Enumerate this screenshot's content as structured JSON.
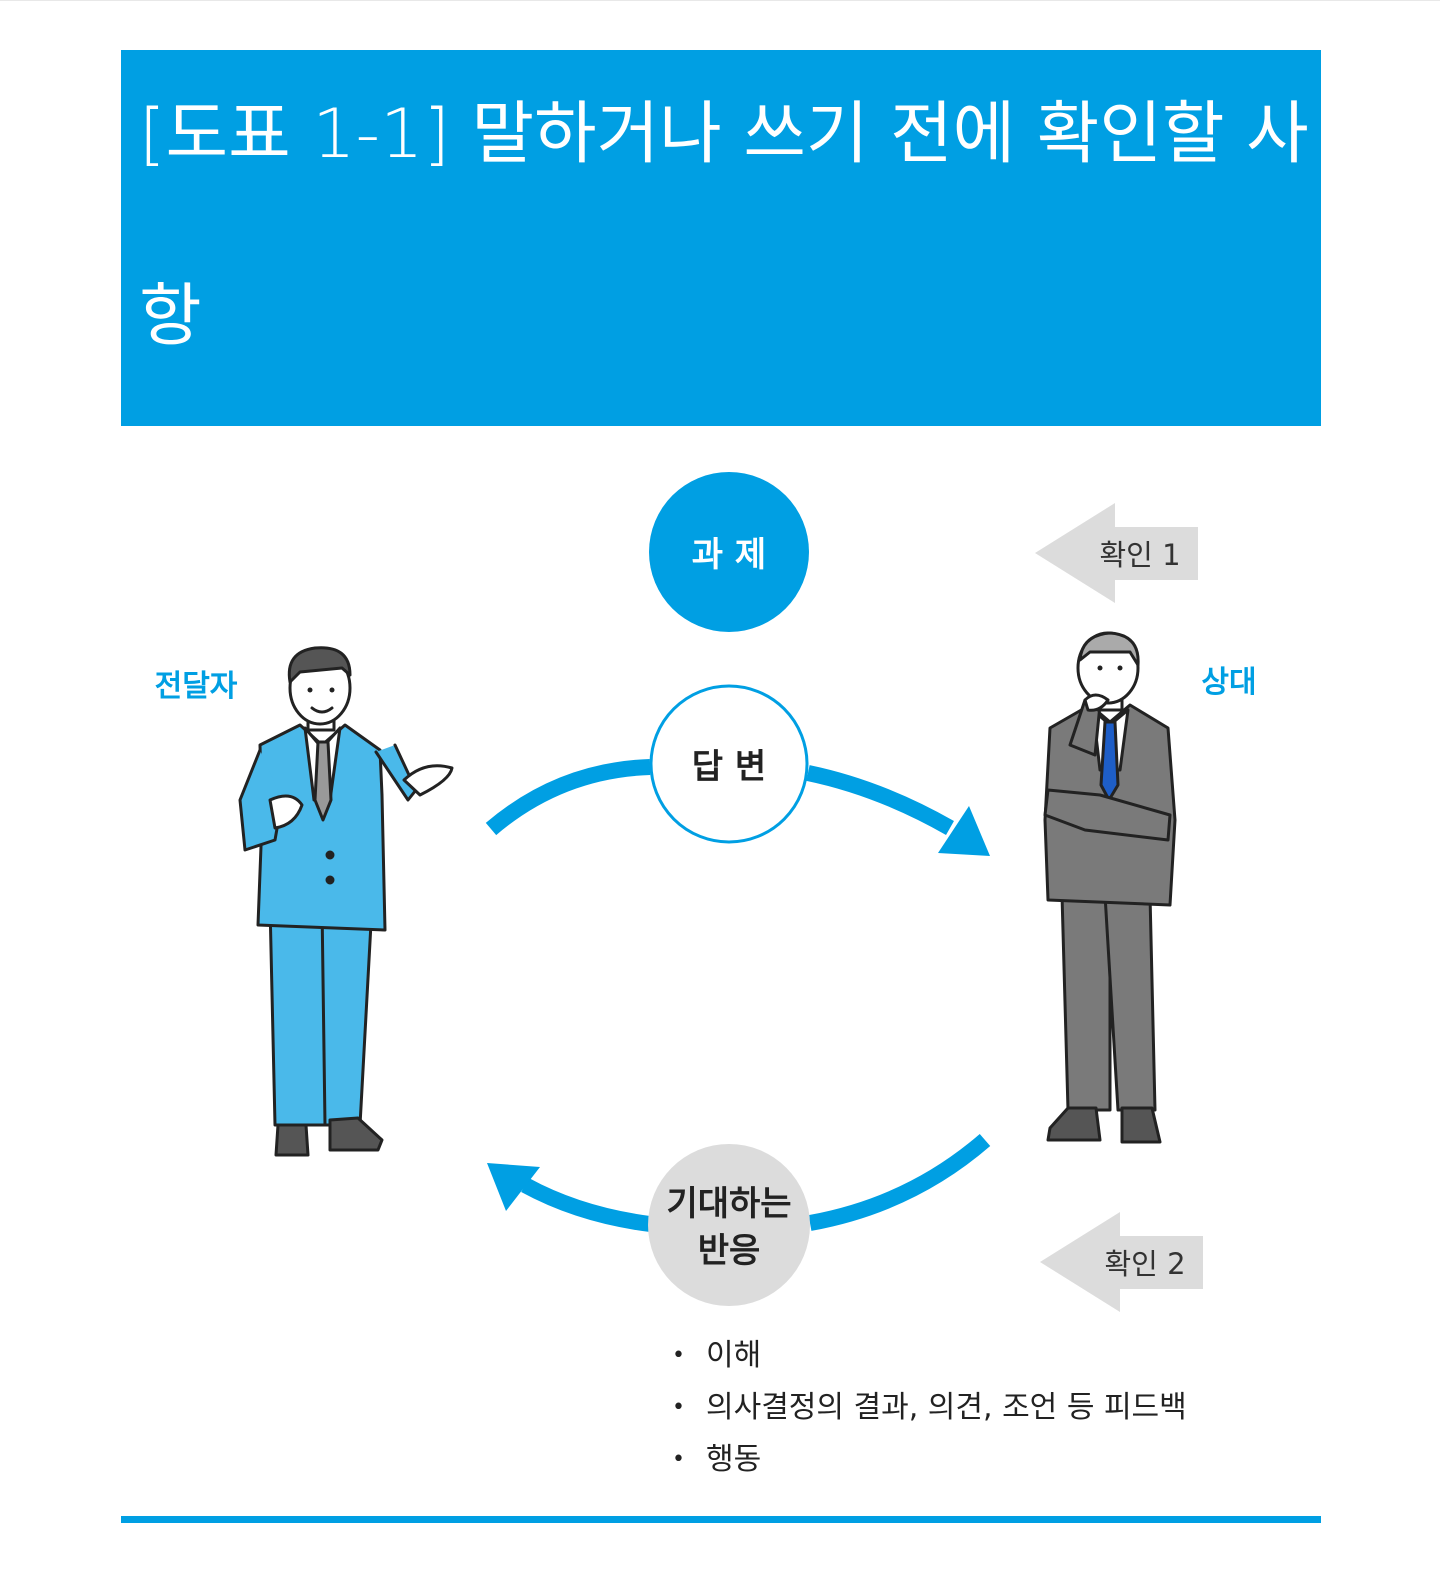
{
  "header": {
    "title": "[도표 1-1] 말하거나 쓰기 전에 확인할 사항"
  },
  "diagram": {
    "speaker_label": "전달자",
    "listener_label": "상대",
    "task_label": "과 제",
    "answer_label": "답 변",
    "expected_line1": "기대하는",
    "expected_line2": "반응",
    "check1_label": "확인 1",
    "check2_label": "확인 2",
    "bullets": [
      "이해",
      "의사결정의 결과, 의견, 조언 등 피드백",
      "행동"
    ],
    "bullet_symbol": "•"
  },
  "colors": {
    "accent": "#009fe3",
    "speaker_suit": "#4ab9ea",
    "listener_suit": "#7a7a7a",
    "check_arrow": "#dcdcdc",
    "expected_circle": "#dcdcdc"
  }
}
